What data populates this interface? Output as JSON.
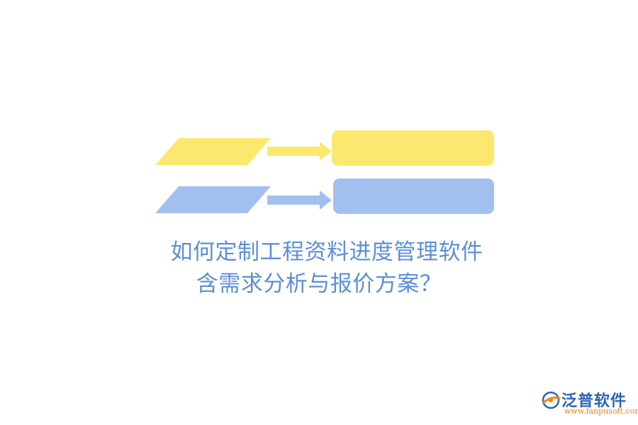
{
  "title": {
    "line1": "如何定制工程资料进度管理软件",
    "line2": "含需求分析与报价方案？"
  },
  "logo": {
    "name": "泛普软件",
    "url": "www.fanpusoft.com",
    "icon": "fanpu-logo-icon"
  },
  "colors": {
    "yellow": "#fde86f",
    "blue": "#a2c0ef",
    "title_text": "#5b8fd6",
    "logo_text": "#2f64b5",
    "logo_url": "#e8861a",
    "logo_orange": "#f08a1c"
  }
}
